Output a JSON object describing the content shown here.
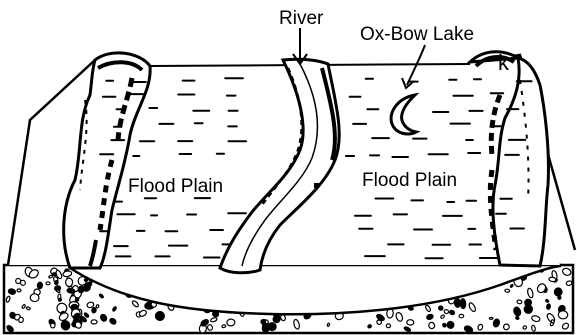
{
  "diagram": {
    "labels": {
      "river": "River",
      "oxbow_lake": "Ox-Bow Lake",
      "flood_plain_left": "Flood Plain",
      "flood_plain_right": "Flood Plain",
      "corner_mark": "k"
    },
    "colors": {
      "ink": "#000000",
      "paper": "#ffffff"
    }
  }
}
